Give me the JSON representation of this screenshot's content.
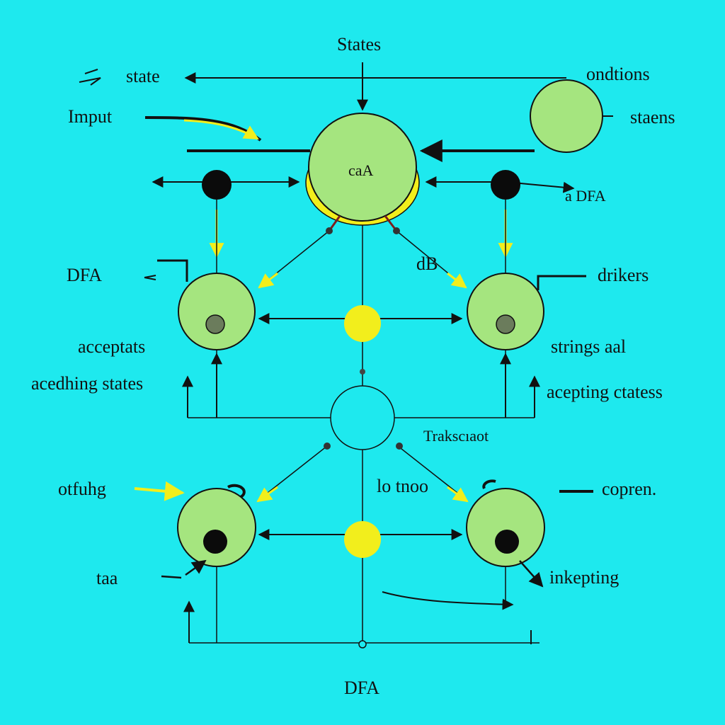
{
  "colors": {
    "background": "#1ee9ee",
    "state_fill": "#a5e57f",
    "junction_fill": "#f2ee1c",
    "dot_fill": "#0b0b0b",
    "yellow_arrow": "#f2ee1c",
    "line": "#111111"
  },
  "labels": {
    "states_top": "States",
    "state_left": "state",
    "conditions_right": "ondtions",
    "input": "Imput",
    "stateens": "staens",
    "center_state": "caA",
    "a_dfa": "a DFA",
    "dfa_left": "DFA",
    "dB": "dB",
    "drikers": "drikers",
    "acceptats": "acceptats",
    "strings_aal": "strings aal",
    "acedhing_states": "acedhing states",
    "acepting_ctatess": "acepting ctatess",
    "trakscıaot": "Trakscıaot",
    "otfuhg": "otfuhg",
    "lo_tnoo": "lo tnoo",
    "copren": "copren.",
    "taa": "taa",
    "inkepting": "inkepting",
    "dfa_bottom": "DFA"
  }
}
